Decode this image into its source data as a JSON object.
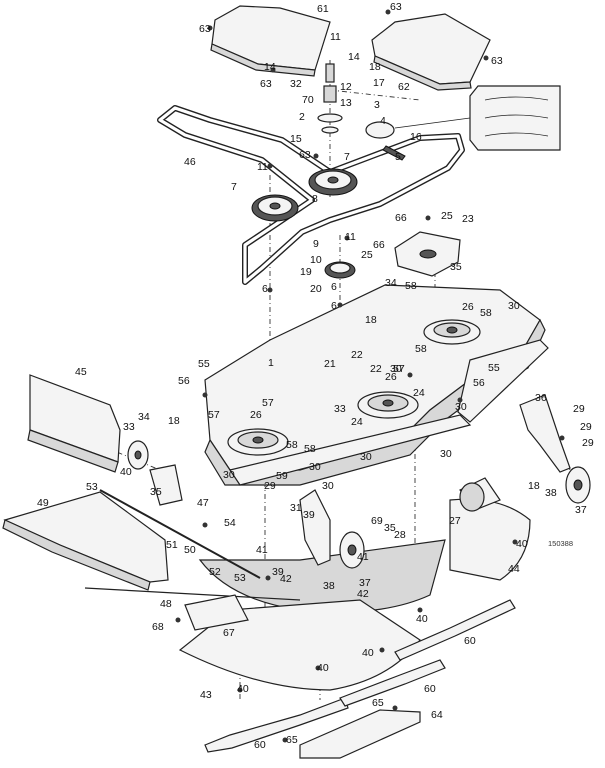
{
  "diagram": {
    "reference_code": "150388",
    "callouts": [
      {
        "n": "1"
      },
      {
        "n": "2"
      },
      {
        "n": "3"
      },
      {
        "n": "4"
      },
      {
        "n": "5"
      },
      {
        "n": "6"
      },
      {
        "n": "6"
      },
      {
        "n": "6"
      },
      {
        "n": "7"
      },
      {
        "n": "7"
      },
      {
        "n": "8"
      },
      {
        "n": "9"
      },
      {
        "n": "10"
      },
      {
        "n": "11"
      },
      {
        "n": "11"
      },
      {
        "n": "11"
      },
      {
        "n": "12"
      },
      {
        "n": "13"
      },
      {
        "n": "14"
      },
      {
        "n": "14"
      },
      {
        "n": "15"
      },
      {
        "n": "16"
      },
      {
        "n": "17"
      },
      {
        "n": "18"
      },
      {
        "n": "18"
      },
      {
        "n": "18"
      },
      {
        "n": "18"
      },
      {
        "n": "19"
      },
      {
        "n": "20"
      },
      {
        "n": "21"
      },
      {
        "n": "22"
      },
      {
        "n": "22"
      },
      {
        "n": "23"
      },
      {
        "n": "24"
      },
      {
        "n": "24"
      },
      {
        "n": "25"
      },
      {
        "n": "25"
      },
      {
        "n": "26"
      },
      {
        "n": "26"
      },
      {
        "n": "26"
      },
      {
        "n": "27"
      },
      {
        "n": "28"
      },
      {
        "n": "29"
      },
      {
        "n": "29"
      },
      {
        "n": "29"
      },
      {
        "n": "29"
      },
      {
        "n": "30"
      },
      {
        "n": "30"
      },
      {
        "n": "30"
      },
      {
        "n": "30"
      },
      {
        "n": "30"
      },
      {
        "n": "30"
      },
      {
        "n": "30"
      },
      {
        "n": "30"
      },
      {
        "n": "31"
      },
      {
        "n": "32"
      },
      {
        "n": "33"
      },
      {
        "n": "33"
      },
      {
        "n": "34"
      },
      {
        "n": "34"
      },
      {
        "n": "35"
      },
      {
        "n": "35"
      },
      {
        "n": "35"
      },
      {
        "n": "36"
      },
      {
        "n": "37"
      },
      {
        "n": "37"
      },
      {
        "n": "38"
      },
      {
        "n": "38"
      },
      {
        "n": "39"
      },
      {
        "n": "39"
      },
      {
        "n": "40"
      },
      {
        "n": "40"
      },
      {
        "n": "40"
      },
      {
        "n": "40"
      },
      {
        "n": "40"
      },
      {
        "n": "40"
      },
      {
        "n": "41"
      },
      {
        "n": "41"
      },
      {
        "n": "42"
      },
      {
        "n": "42"
      },
      {
        "n": "43"
      },
      {
        "n": "44"
      },
      {
        "n": "45"
      },
      {
        "n": "46"
      },
      {
        "n": "47"
      },
      {
        "n": "48"
      },
      {
        "n": "49"
      },
      {
        "n": "50"
      },
      {
        "n": "51"
      },
      {
        "n": "52"
      },
      {
        "n": "53"
      },
      {
        "n": "53"
      },
      {
        "n": "54"
      },
      {
        "n": "55"
      },
      {
        "n": "55"
      },
      {
        "n": "56"
      },
      {
        "n": "56"
      },
      {
        "n": "57"
      },
      {
        "n": "57"
      },
      {
        "n": "57"
      },
      {
        "n": "58"
      },
      {
        "n": "58"
      },
      {
        "n": "58"
      },
      {
        "n": "58"
      },
      {
        "n": "58"
      },
      {
        "n": "59"
      },
      {
        "n": "60"
      },
      {
        "n": "60"
      },
      {
        "n": "60"
      },
      {
        "n": "61"
      },
      {
        "n": "62"
      },
      {
        "n": "63"
      },
      {
        "n": "63"
      },
      {
        "n": "63"
      },
      {
        "n": "63"
      },
      {
        "n": "63"
      },
      {
        "n": "64"
      },
      {
        "n": "65"
      },
      {
        "n": "65"
      },
      {
        "n": "66"
      },
      {
        "n": "66"
      },
      {
        "n": "67"
      },
      {
        "n": "68"
      },
      {
        "n": "69"
      },
      {
        "n": "70"
      }
    ]
  }
}
